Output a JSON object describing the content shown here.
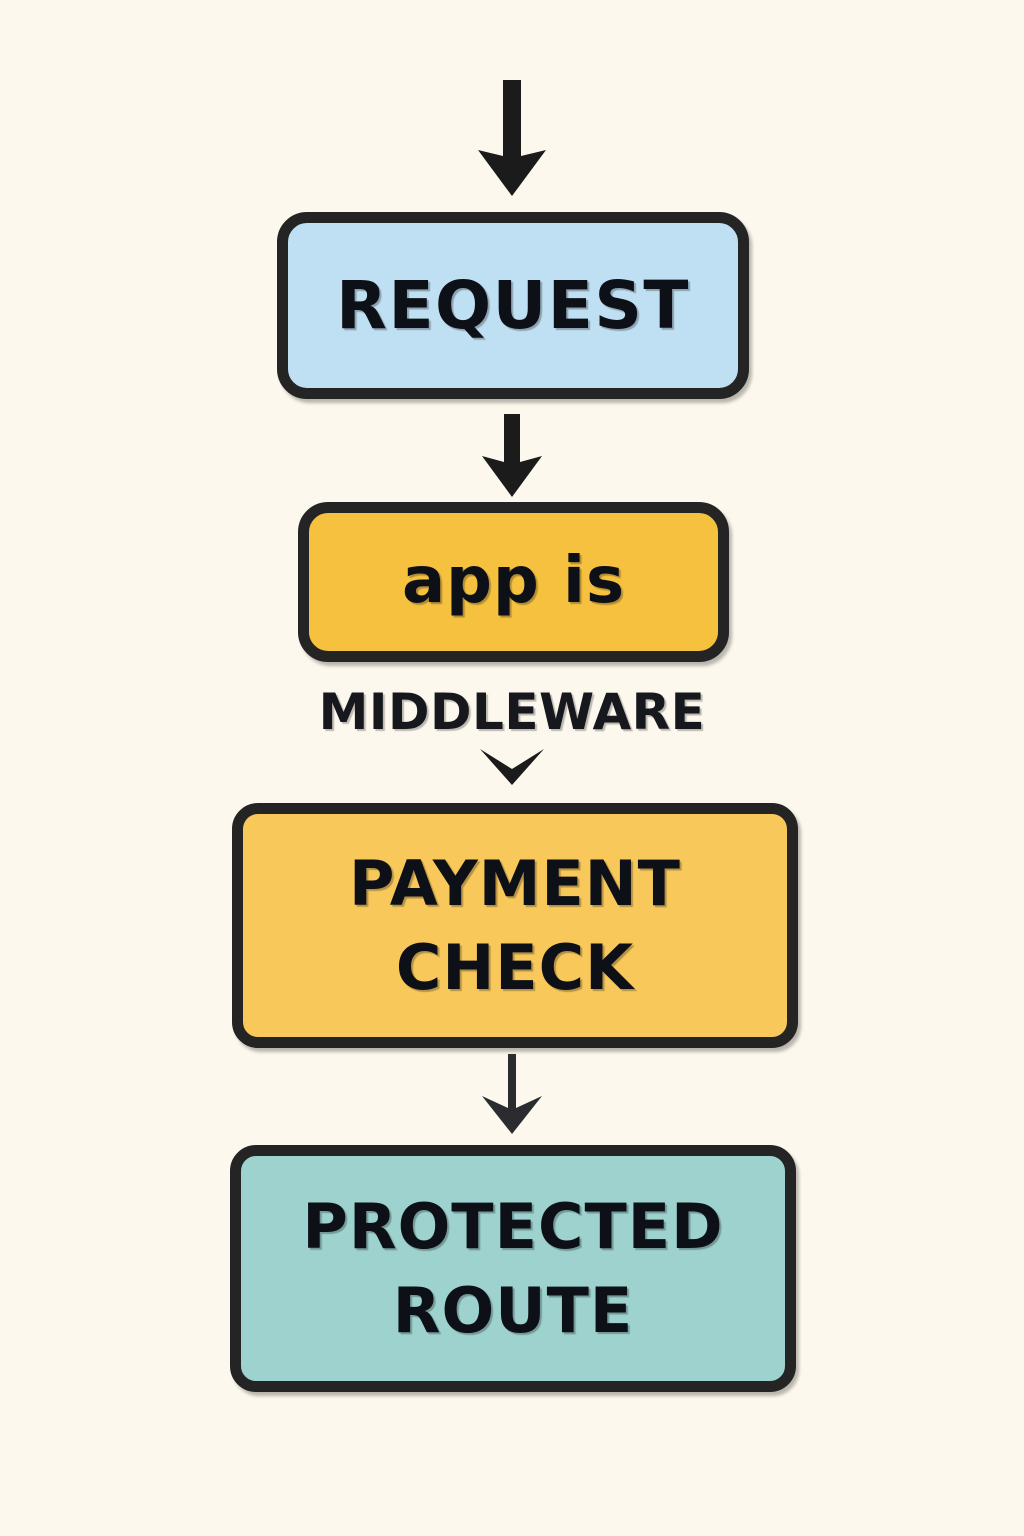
{
  "diagram": {
    "title": "Middleware payment check request flow",
    "background_color": "#fdf8ed",
    "stroke_color": "#242424",
    "text_color": "#0d1016",
    "nodes": [
      {
        "id": "request",
        "label": "REQUEST",
        "fill": "#bfdff2",
        "shape": "rounded-rectangle"
      },
      {
        "id": "app-is",
        "label": "app is",
        "fill": "#f5c13f",
        "shape": "rounded-rectangle"
      },
      {
        "id": "payment-check",
        "label": "PAYMENT\nCHECK",
        "fill": "#f8c85a",
        "shape": "rounded-rectangle"
      },
      {
        "id": "protected-route",
        "label": "PROTECTED\nROUTE",
        "fill": "#9dd2ce",
        "shape": "rounded-rectangle"
      }
    ],
    "captions": [
      {
        "id": "middleware",
        "text": "MIDDLEWARE"
      }
    ],
    "connectors": [
      {
        "id": "entry-arrow",
        "from": "",
        "to": "request",
        "style": "thick-down-arrow"
      },
      {
        "id": "request-to-app",
        "from": "request",
        "to": "app-is",
        "style": "thick-down-arrow"
      },
      {
        "id": "app-to-payment",
        "from": "app-is",
        "to": "payment-check",
        "style": "chevron-down"
      },
      {
        "id": "payment-to-route",
        "from": "payment-check",
        "to": "protected-route",
        "style": "thin-down-arrow"
      }
    ]
  }
}
